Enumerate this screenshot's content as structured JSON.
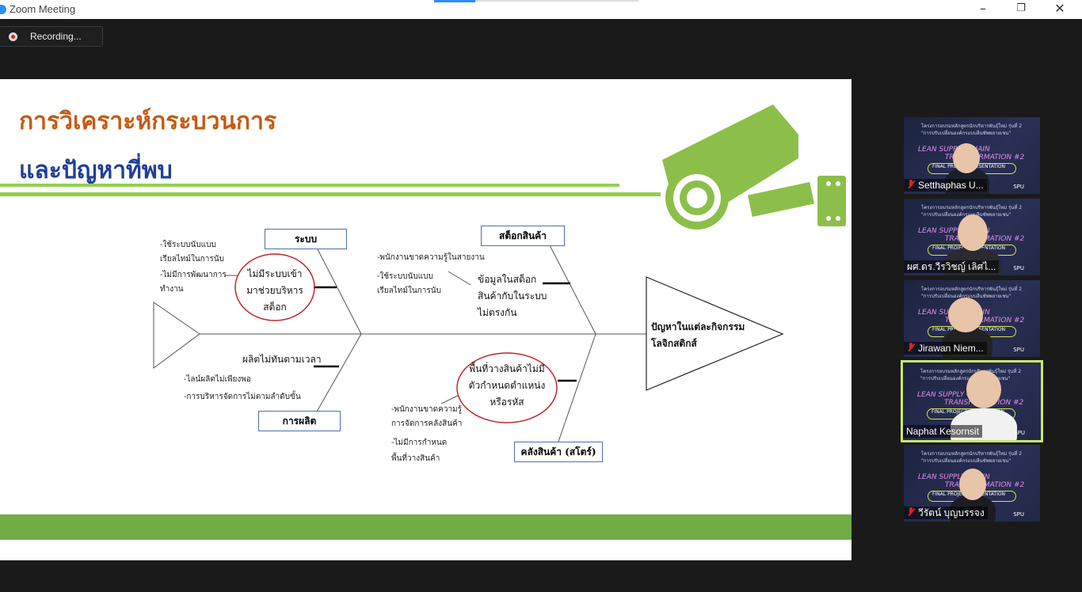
{
  "window": {
    "title": "Zoom Meeting",
    "minimize": "–",
    "maximize": "❐",
    "close": "✕"
  },
  "recording": {
    "label": "Recording..."
  },
  "slide": {
    "title_line1": "การวิเคราะห์กระบวนการ",
    "title_line2": "และปัญหาที่พบ",
    "categories": {
      "system": "ระบบ",
      "stock": "สต็อกสินค้า",
      "production": "การผลิต",
      "warehouse": "คลังสินค้า (สโตร์)"
    },
    "head": [
      "ปัญหาในแต่ละกิจกรรม",
      "โลจิกสติกส์"
    ],
    "system_causes": [
      "-ใช้ระบบนับแบบ",
      "เรียลไทม์ในการนับ",
      "-ไม่มีการพัฒนาการ",
      "ทำงาน"
    ],
    "system_circle": [
      "ไม่มีระบบเข้า",
      "มาช่วยบริหาร",
      "สต็อก"
    ],
    "stock_causes": [
      "-พนักงานขาดความรู้ในสายงาน",
      "",
      "-ใช้ระบบนับแบบ",
      "เรียลไทม์ในการนับ"
    ],
    "stock_problem": [
      "ข้อมูลในสต็อก",
      "สินค้ากับในระบบ",
      "ไม่ตรงกัน"
    ],
    "production_problem": "ผลิตไม่ทันตามเวลา",
    "production_causes": [
      "-ไลน์ผลิตไม่เพียงพอ",
      "-การบริหารจัดการไม่ตามลำดับขั้น"
    ],
    "warehouse_circle": [
      "พื้นที่วางสินค้าไม่มี",
      "ตัวกำหนดตำแหน่ง",
      "หรือรหัส"
    ],
    "warehouse_causes_a": [
      "-พนักงานขาดความรู้",
      "การจัดการคลังสินค้า"
    ],
    "warehouse_causes_b": [
      "-ไม่มีการกำหนด",
      "พื้นที่วางสินค้า"
    ]
  },
  "participants": [
    {
      "name": "Setthaphas U...",
      "muted": true,
      "active": false
    },
    {
      "name": "ผศ.ดร.วีรวิชญ์ เลิศไ...",
      "muted": false,
      "active": false
    },
    {
      "name": "Jirawan Niem...",
      "muted": true,
      "active": false
    },
    {
      "name": "Naphat Kesornsit",
      "muted": false,
      "active": true
    },
    {
      "name": "วีรัตน์ บุญบรรจง",
      "muted": true,
      "active": false
    }
  ],
  "tile_common": {
    "line1": "โครงการอบรมหลักสูตรนักบริหารพันธุ์ใหม่ รุ่นที่ 2",
    "line2": "\"การปรับเปลี่ยนองค์กรแบบลีนซัพพลายเชน\"",
    "lean": "LEAN SUPPLY CHAIN",
    "trans": "TRANSFORMATION #2",
    "pill": "FINAL PROJECT PRESENTATION",
    "brand": "SPU"
  },
  "colors": {
    "title_orange": "#c55a11",
    "title_blue": "#1f3f99",
    "accent_green": "#92d050",
    "footer_green": "#70ad47",
    "camera_green": "#8cbf4a",
    "circle_red": "#c0262c",
    "active_speaker": "#c8e86a"
  }
}
